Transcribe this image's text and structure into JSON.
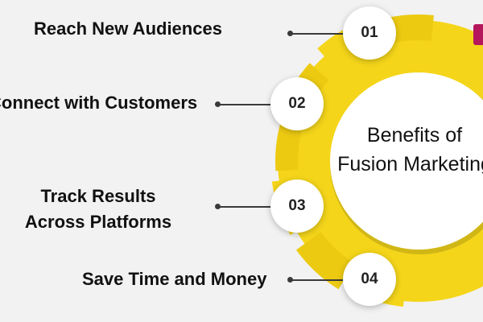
{
  "title": {
    "line1": "Benefits of",
    "line2": "Fusion Marketing"
  },
  "benefits": [
    {
      "number": "01",
      "text": "Reach New Audiences"
    },
    {
      "number": "02",
      "text": "Connect with Customers"
    },
    {
      "number": "03",
      "lines": [
        "Track Results",
        "Across Platforms"
      ]
    },
    {
      "number": "04",
      "text": "Save Time and Money"
    }
  ],
  "colors": {
    "background": "#f2f2f2",
    "accent_yellow": "#f4d51a",
    "accent_yellow_dark": "#d9bd10",
    "badge_fill": "#ffffff",
    "connector": "#3a3a3a",
    "brand_tab": "#b5175d"
  }
}
